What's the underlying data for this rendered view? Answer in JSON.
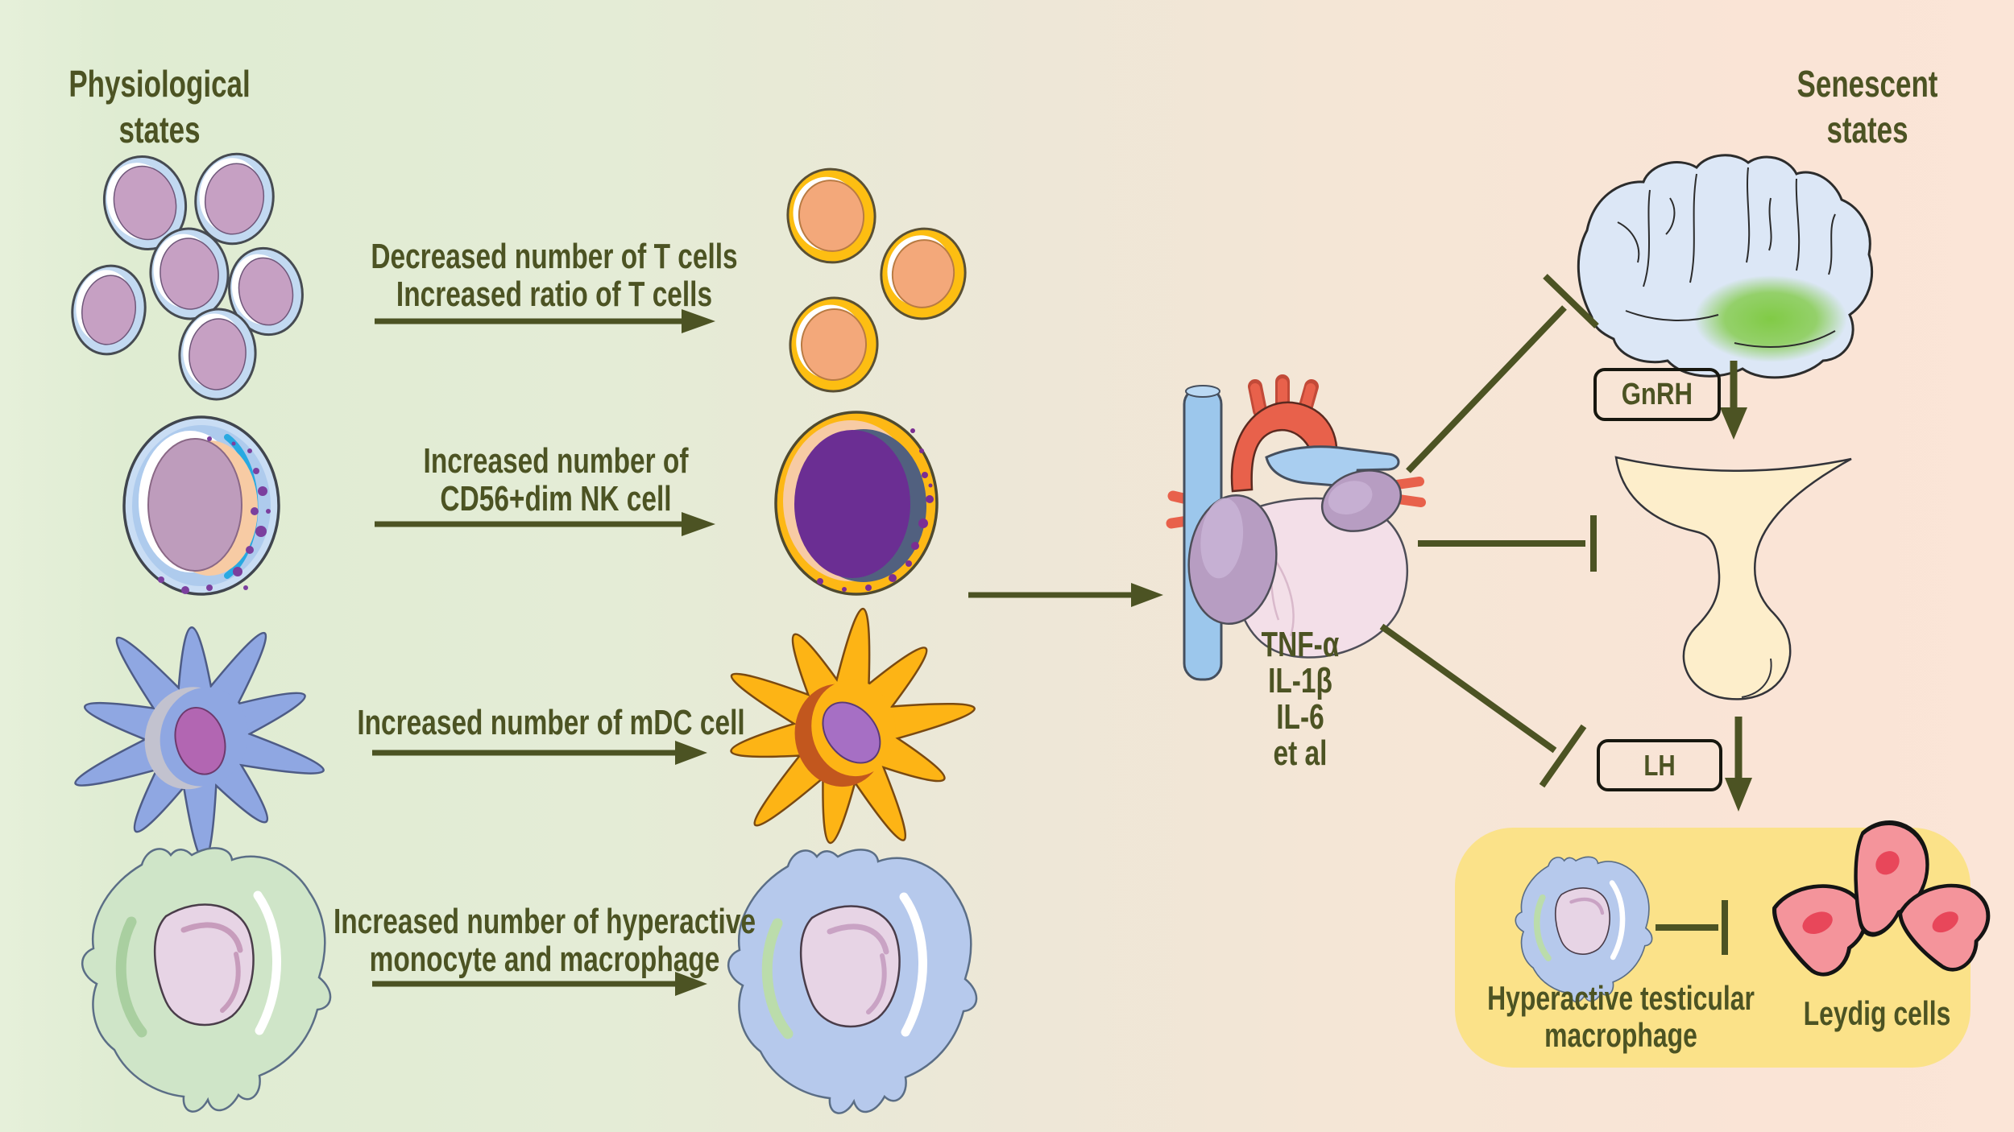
{
  "header": {
    "left": {
      "line1": "Physiological",
      "line2": "states"
    },
    "right": {
      "line1": "Senescent",
      "line2": "states"
    }
  },
  "transitions": [
    {
      "id": "t-cells",
      "lines": [
        "Decreased number of T cells",
        "Increased ratio of T cells"
      ]
    },
    {
      "id": "nk-cell",
      "lines": [
        "Increased number of",
        "CD56+dim NK cell"
      ]
    },
    {
      "id": "mdc-cell",
      "lines": [
        "Increased number of mDC cell"
      ]
    },
    {
      "id": "monocyte",
      "lines": [
        "Increased number of hyperactive",
        "monocyte and macrophage"
      ]
    }
  ],
  "cytokines": {
    "lines": [
      "TNF-α",
      "IL-1β",
      "IL-6",
      "et al"
    ]
  },
  "hormones": {
    "gnrh": "GnRH",
    "lh": "LH"
  },
  "testis": {
    "macrophage_label_line1": "Hyperactive testicular",
    "macrophage_label_line2": "macrophage",
    "leydig_label": "Leydig cells"
  },
  "colors": {
    "accent_olive": "#4C5323",
    "background_left": "#DFECD2",
    "background_mid": "#EDE7D7",
    "background_right": "#FAE4D6",
    "testis_box_yellow": "#FBE289",
    "leydig_pink": "#F4949B",
    "brain_green": "#7CC93C",
    "nk_gold": "#FDB815",
    "t_cell_blue": "#C2D9F1",
    "t_cell_mauve": "#C6A0C3"
  }
}
